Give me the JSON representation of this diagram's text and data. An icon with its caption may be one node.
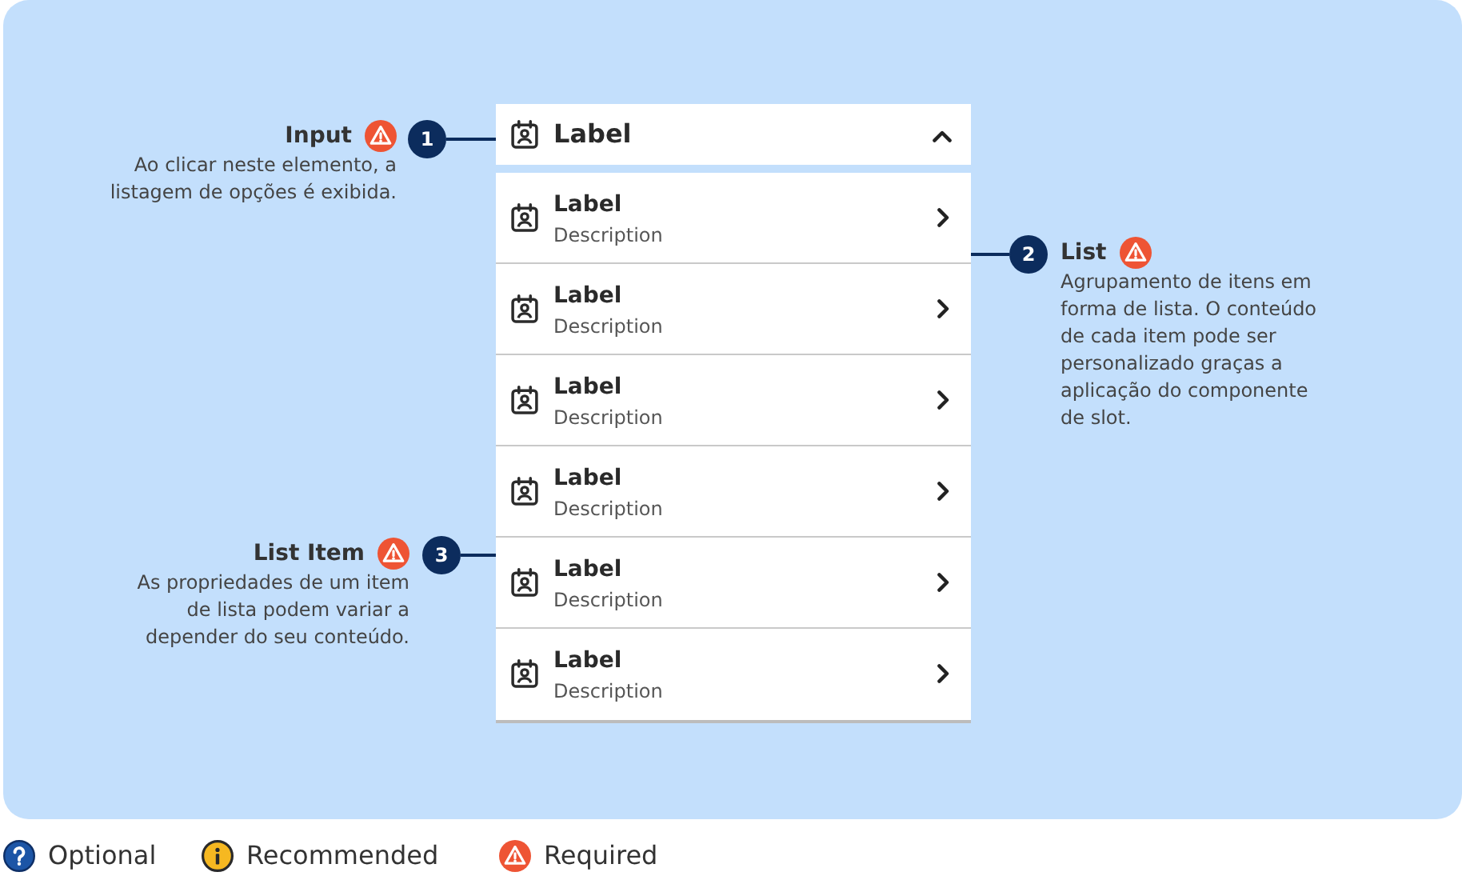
{
  "diagram": {
    "nodes": [
      {
        "text": [
          "1"
        ],
        "beside": [
          "Input",
          "Ao clicar neste elemento, a listagem de opções é exibida."
        ]
      },
      {
        "text": [
          "Label"
        ]
      },
      {
        "text": [],
        "shape": "box"
      },
      {
        "text": [
          "Label",
          "Description"
        ],
        "in": 2
      },
      {
        "text": [
          "Label",
          "Description"
        ],
        "in": 2
      },
      {
        "text": [
          "Label",
          "Description"
        ],
        "in": 2
      },
      {
        "text": [
          "Label",
          "Description"
        ],
        "in": 2
      },
      {
        "text": [
          "Label",
          "Description"
        ],
        "in": 2
      },
      {
        "text": [
          "Label",
          "Description"
        ],
        "in": 2
      },
      {
        "text": [
          "2"
        ],
        "beside": [
          "List",
          "Agrupamento de itens em forma de lista. O conteúdo de cada item pode ser personalizado graças a aplicação do componente de slot."
        ]
      },
      {
        "text": [
          "3"
        ],
        "beside": [
          "List Item",
          "As propriedades de um item de lista podem variar a depender do seu conteúdo."
        ]
      }
    ],
    "edges": [
      {
        "from": 0,
        "to": 1,
        "arrow": "none"
      },
      {
        "from": 9,
        "to": 2,
        "arrow": "none"
      },
      {
        "from": 10,
        "to": 7,
        "arrow": "none"
      }
    ],
    "legend": [
      {
        "text": "Optional"
      },
      {
        "text": "Recommended"
      },
      {
        "text": "Required"
      }
    ]
  }
}
